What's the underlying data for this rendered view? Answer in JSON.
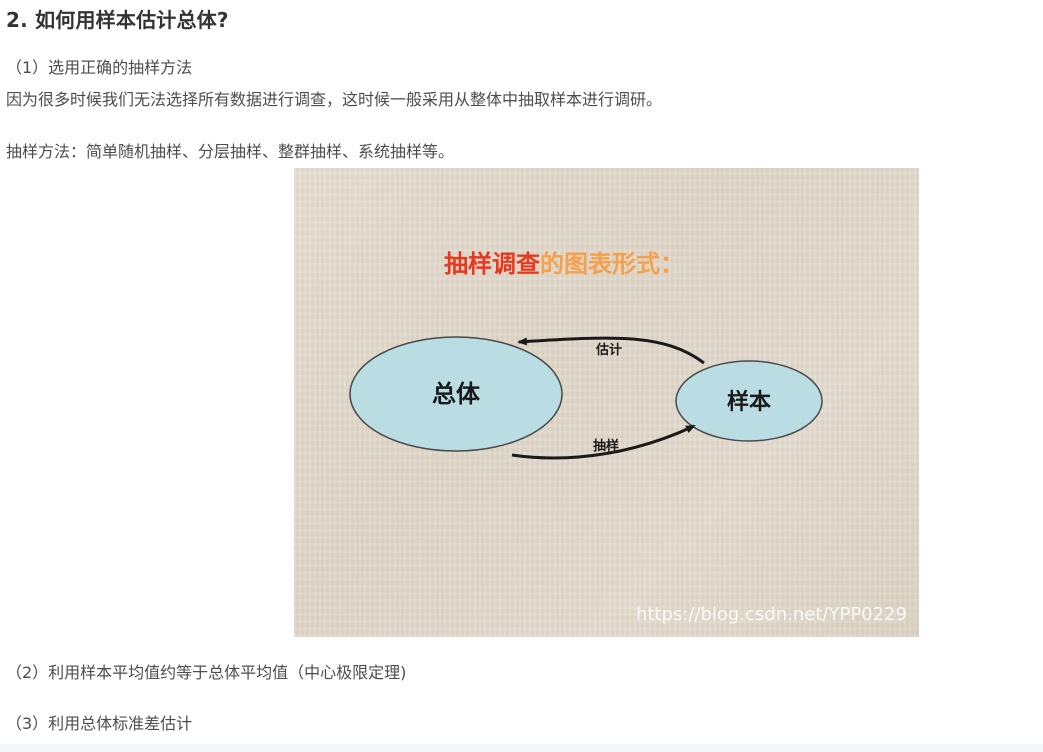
{
  "article": {
    "heading": "2. 如何用样本估计总体?",
    "section1_title": "（1）选用正确的抽样方法",
    "section1_body": "因为很多时候我们无法选择所有数据进行调查，这时候一般采用从整体中抽取样本进行调研。",
    "sampling_methods": "抽样方法：简单随机抽样、分层抽样、整群抽样、系统抽样等。",
    "section2_title": "（2）利用样本平均值约等于总体平均值（中心极限定理)",
    "section3_title": "（3）利用总体标准差估计"
  },
  "figure": {
    "title_part1": "抽样调查",
    "title_part2": "的图表形式：",
    "population_label": "总体",
    "sample_label": "样本",
    "estimate_label": "估计",
    "sampling_label": "抽样",
    "watermark": "https://blog.csdn.net/YPP0229",
    "colors": {
      "ellipse_fill": "#b9dde2",
      "ellipse_stroke": "#4a4a4a",
      "title_red": "#e8381d",
      "title_orange": "#f5a04b",
      "background": "#e2d9cc"
    }
  }
}
